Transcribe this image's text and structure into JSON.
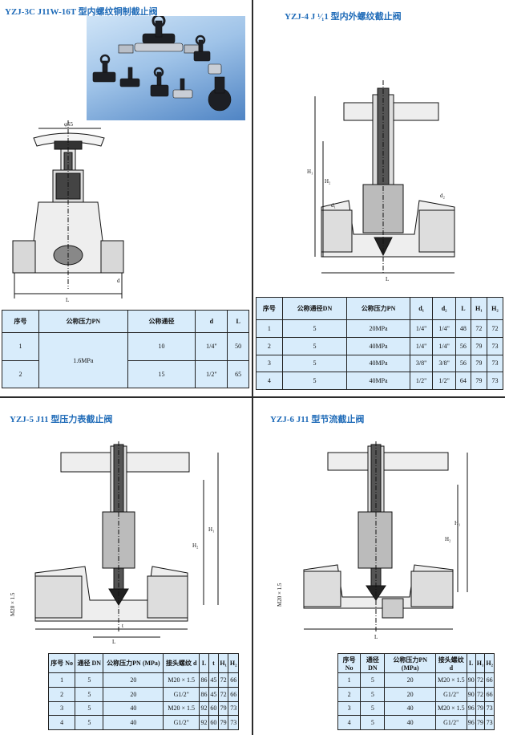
{
  "q1": {
    "title": "YZJ-3C J11W-16T 型内螺纹铜制截止阀",
    "dim_top": "φ55",
    "dim_d": "d",
    "dim_L": "L",
    "headers": [
      "序号",
      "公称压力PN",
      "公称通径",
      "d",
      "L"
    ],
    "pn": "1.6MPa",
    "rows": [
      {
        "no": "1",
        "dn": "10",
        "d": "1/4\"",
        "L": "50"
      },
      {
        "no": "2",
        "dn": "15",
        "d": "1/2\"",
        "L": "65"
      }
    ]
  },
  "q2": {
    "title": "YZJ-4 J ¹⁄₁1 型内外螺纹截止阀",
    "dim_H1": "H₁",
    "dim_H2": "H₂",
    "dim_d1": "d₁",
    "dim_d2": "d₂",
    "dim_L": "L",
    "headers": [
      "序号",
      "公称通径DN",
      "公称压力PN",
      "d₁",
      "d₂",
      "L",
      "H₁",
      "H₂"
    ],
    "rows": [
      [
        "1",
        "5",
        "20MPa",
        "1/4\"",
        "1/4\"",
        "48",
        "72",
        "72"
      ],
      [
        "2",
        "5",
        "40MPa",
        "1/4\"",
        "1/4\"",
        "56",
        "79",
        "73"
      ],
      [
        "3",
        "5",
        "40MPa",
        "3/8\"",
        "3/8\"",
        "56",
        "79",
        "73"
      ],
      [
        "4",
        "5",
        "40MPa",
        "1/2\"",
        "1/2\"",
        "64",
        "79",
        "73"
      ]
    ]
  },
  "q3": {
    "title": "YZJ-5 J11 型压力表截止阀",
    "dim_H1": "H₁",
    "dim_H2": "H₂",
    "dim_thread": "M20 × 1.5",
    "dim_L": "L",
    "dim_t": "t",
    "headers": [
      "序号 No",
      "通径 DN",
      "公称压力PN (MPa)",
      "接头螺纹 d",
      "L",
      "t",
      "H₁",
      "H₂"
    ],
    "rows": [
      [
        "1",
        "5",
        "20",
        "M20 × 1.5",
        "86",
        "45",
        "72",
        "66"
      ],
      [
        "2",
        "5",
        "20",
        "G1/2\"",
        "86",
        "45",
        "72",
        "66"
      ],
      [
        "3",
        "5",
        "40",
        "M20 × 1.5",
        "92",
        "60",
        "79",
        "73"
      ],
      [
        "4",
        "5",
        "40",
        "G1/2\"",
        "92",
        "60",
        "79",
        "73"
      ]
    ]
  },
  "q4": {
    "title": "YZJ-6 J11 型节流截止阀",
    "dim_H1": "H₁",
    "dim_H2": "H₂",
    "dim_thread": "M20 × 1.5",
    "dim_L": "L",
    "headers": [
      "序号 No",
      "通径 DN",
      "公称压力PN (MPa)",
      "接头螺纹 d",
      "L",
      "H₁",
      "H₂"
    ],
    "rows": [
      [
        "1",
        "5",
        "20",
        "M20 × 1.5",
        "90",
        "72",
        "66"
      ],
      [
        "2",
        "5",
        "20",
        "G1/2\"",
        "90",
        "72",
        "66"
      ],
      [
        "3",
        "5",
        "40",
        "M20 × 1.5",
        "96",
        "79",
        "73"
      ],
      [
        "4",
        "5",
        "40",
        "G1/2\"",
        "96",
        "79",
        "73"
      ]
    ]
  },
  "colors": {
    "title": "#1f6bb8",
    "table_bg": "#d8ecfb",
    "photo_bg": "#6f9fd6"
  }
}
